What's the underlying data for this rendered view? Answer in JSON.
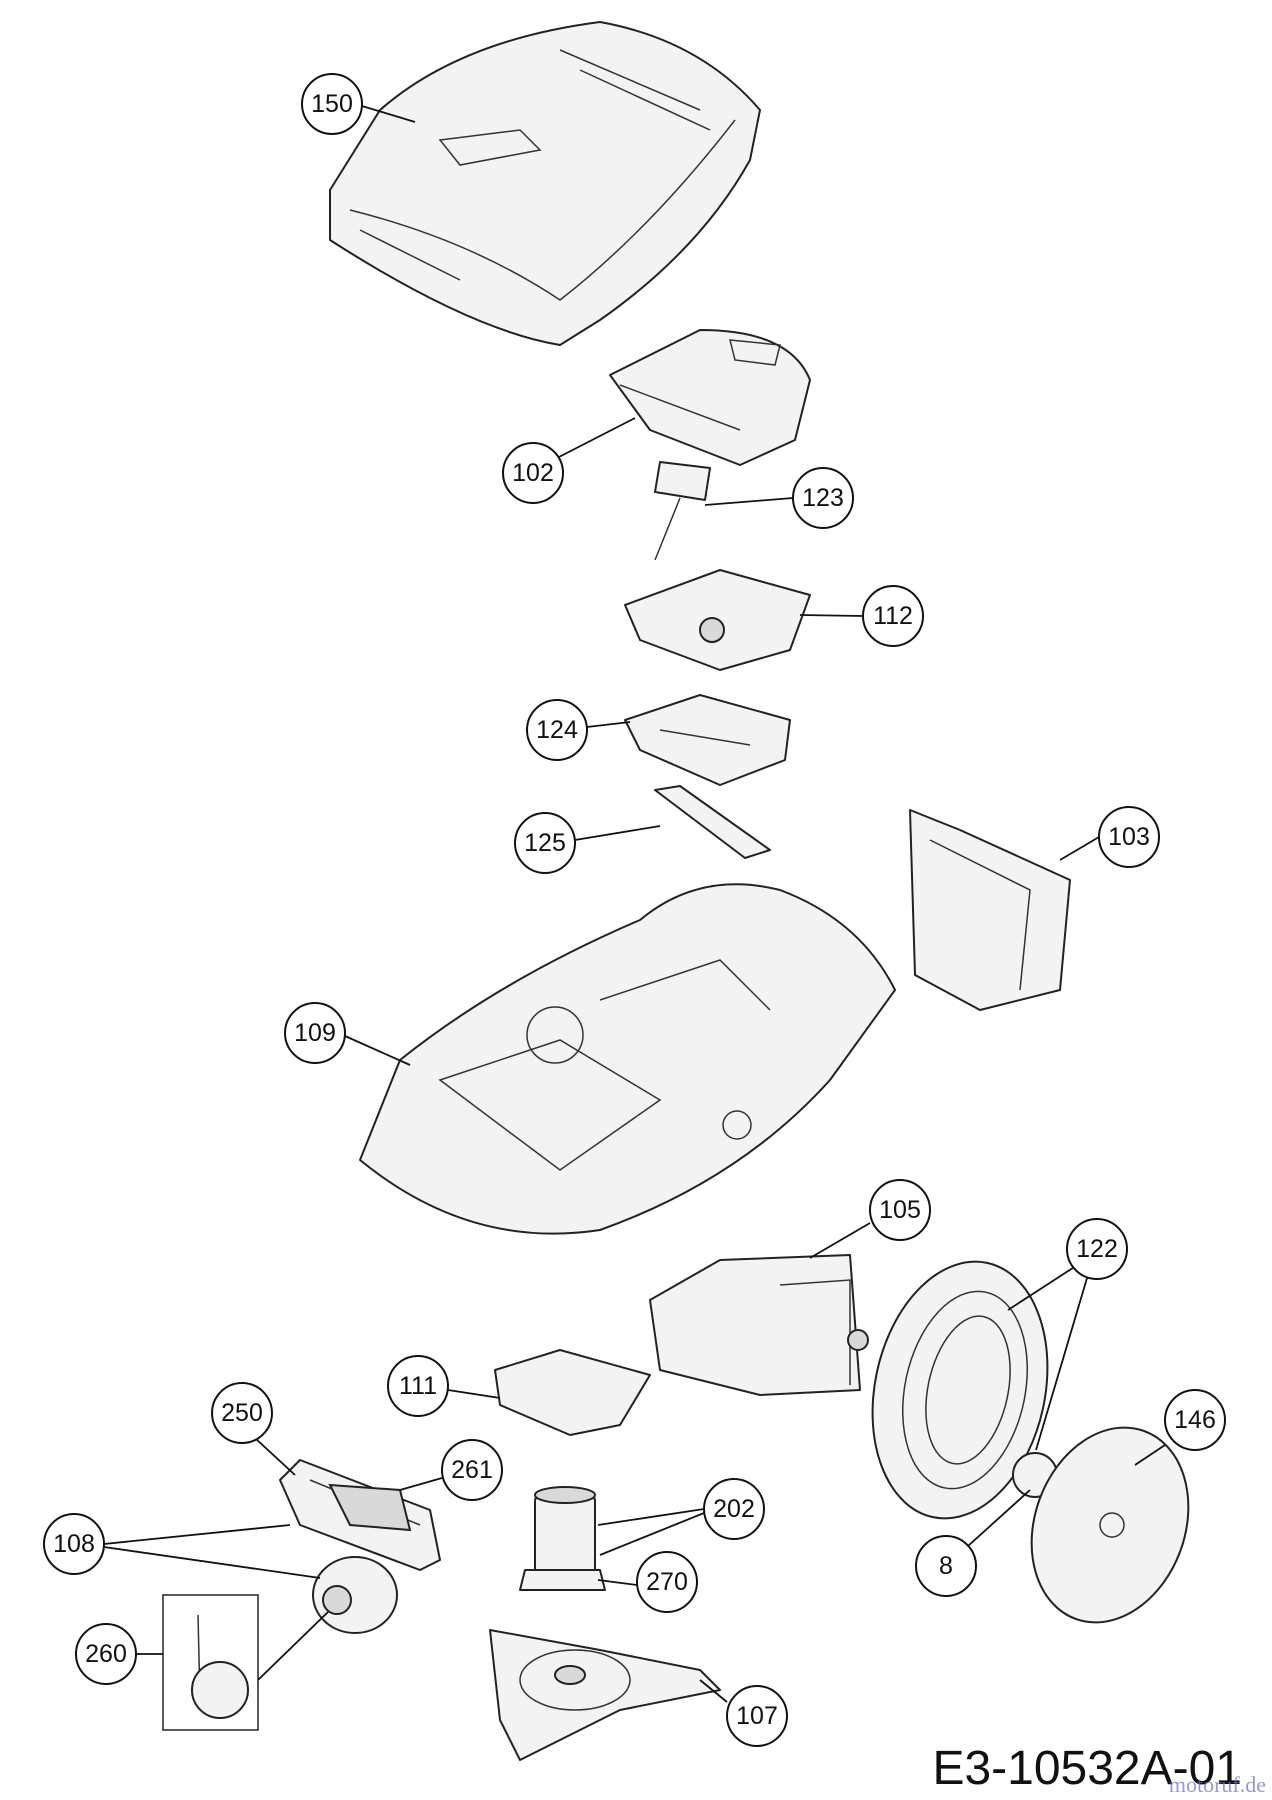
{
  "callouts": [
    {
      "id": "150",
      "label": "150"
    },
    {
      "id": "102",
      "label": "102"
    },
    {
      "id": "123",
      "label": "123"
    },
    {
      "id": "112",
      "label": "112"
    },
    {
      "id": "124",
      "label": "124"
    },
    {
      "id": "125",
      "label": "125"
    },
    {
      "id": "103",
      "label": "103"
    },
    {
      "id": "109",
      "label": "109"
    },
    {
      "id": "105",
      "label": "105"
    },
    {
      "id": "122",
      "label": "122"
    },
    {
      "id": "111",
      "label": "111"
    },
    {
      "id": "250",
      "label": "250"
    },
    {
      "id": "261",
      "label": "261"
    },
    {
      "id": "146",
      "label": "146"
    },
    {
      "id": "202",
      "label": "202"
    },
    {
      "id": "108",
      "label": "108"
    },
    {
      "id": "270",
      "label": "270"
    },
    {
      "id": "8",
      "label": "8"
    },
    {
      "id": "260",
      "label": "260"
    },
    {
      "id": "107",
      "label": "107"
    }
  ],
  "drawing_code": "E3-10532A-01",
  "watermark": "motoruf.de"
}
